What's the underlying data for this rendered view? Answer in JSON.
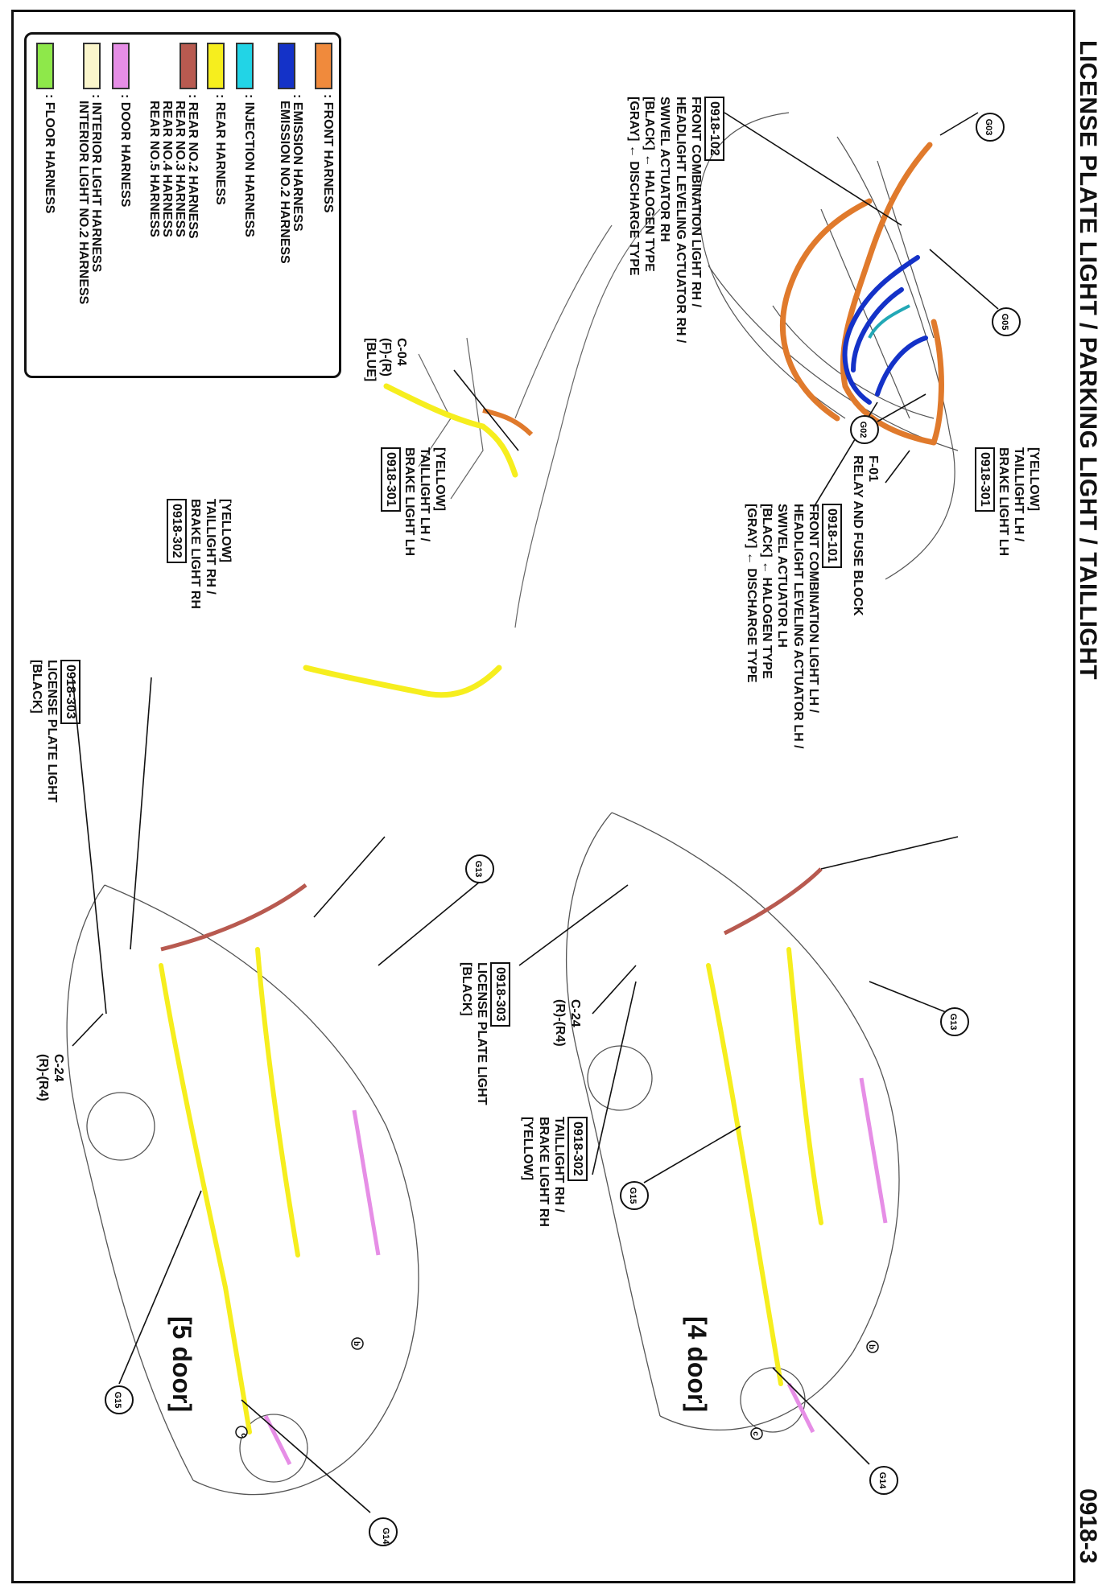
{
  "title": "LICENSE PLATE LIGHT / PARKING LIGHT / TAILLIGHT",
  "page_number": "0918-3",
  "legend": [
    {
      "color": "#f08a3c",
      "lines": [
        ": FRONT HARNESS"
      ]
    },
    {
      "color": "#1432c8",
      "lines": [
        ": EMISSION HARNESS",
        "  EMISSION NO.2 HARNESS"
      ]
    },
    {
      "color": "#22d4e6",
      "lines": [
        ": INJECTION HARNESS"
      ]
    },
    {
      "color": "#f6ee1e",
      "lines": [
        ": REAR HARNESS"
      ]
    },
    {
      "color": "#b85a50",
      "lines": [
        ": REAR NO.2 HARNESS",
        "  REAR NO.3 HARNESS",
        "  REAR NO.4 HARNESS",
        "  REAR NO.5 HARNESS"
      ]
    },
    {
      "color": "#e68ee6",
      "lines": [
        ": DOOR HARNESS"
      ]
    },
    {
      "color": "#fbf6cc",
      "lines": [
        ": INTERIOR LIGHT HARNESS",
        "  INTERIOR LIGHT NO.2 HARNESS"
      ]
    },
    {
      "color": "#8ee84a",
      "lines": [
        ": FLOOR HARNESS"
      ]
    }
  ],
  "callouts": {
    "c0918_102": {
      "code": "0918-102",
      "lines": [
        "FRONT COMBINATION LIGHT RH /",
        "HEADLIGHT LEVELING ACTUATOR RH /",
        "SWIVEL ACTUATOR RH",
        "[BLACK] ← HALOGEN TYPE",
        "[GRAY] ← DISCHARGE TYPE"
      ]
    },
    "c0918_101": {
      "code": "0918-101",
      "lines": [
        "FRONT COMBINATION LIGHT LH /",
        "HEADLIGHT LEVELING ACTUATOR LH /",
        "SWIVEL ACTUATOR LH",
        "[BLACK] ← HALOGEN TYPE",
        "[GRAY] ← DISCHARGE TYPE"
      ]
    },
    "f01": {
      "lines": [
        "F-01",
        "RELAY AND FUSE BLOCK"
      ]
    },
    "c04": {
      "lines": [
        "C-04",
        "(F)-(R)",
        "[BLUE]"
      ]
    },
    "c0918_301_4d": {
      "code": "0918-301",
      "pre": [
        "[YELLOW]",
        "TAILLIGHT LH /",
        "BRAKE LIGHT LH"
      ]
    },
    "c0918_301_5d": {
      "code": "0918-301",
      "pre": [
        "[YELLOW]",
        "TAILLIGHT LH /",
        "BRAKE LIGHT LH"
      ]
    },
    "c0918_302_5d": {
      "code": "0918-302",
      "pre": [
        "[YELLOW]",
        "TAILLIGHT RH /",
        "BRAKE LIGHT RH"
      ]
    },
    "c0918_303_5d": {
      "code": "0918-303",
      "lines": [
        "LICENSE PLATE LIGHT",
        "[BLACK]"
      ]
    },
    "c0918_303_4d": {
      "code": "0918-303",
      "lines": [
        "LICENSE PLATE LIGHT",
        "[BLACK]"
      ]
    },
    "c0918_302_4d": {
      "code": "0918-302",
      "lines": [
        "TAILLIGHT RH /",
        "BRAKE LIGHT RH",
        "[YELLOW]"
      ]
    },
    "c24_4d": {
      "lines": [
        "C-24",
        "(R)-(R4)"
      ]
    },
    "c24_5d": {
      "lines": [
        "C-24",
        "(R)-(R4)"
      ]
    }
  },
  "grounds": [
    "G03",
    "G05",
    "G02",
    "G13",
    "G15",
    "G14"
  ],
  "point_markers": [
    "b",
    "c"
  ],
  "door_labels": {
    "four": "[4 door]",
    "five": "[5 door]"
  }
}
